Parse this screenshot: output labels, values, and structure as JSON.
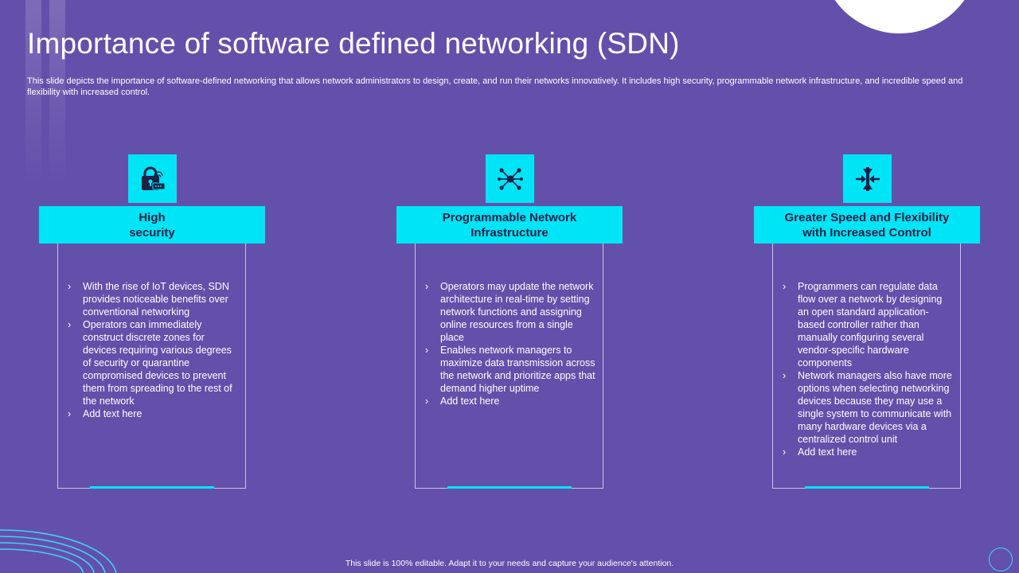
{
  "slide": {
    "title": "Importance of software defined networking (SDN)",
    "description": "This slide depicts the importance of software-defined networking that allows network administrators to design, create, and run their networks innovatively. It includes high security, programmable network infrastructure, and incredible speed and flexibility with increased control.",
    "footer": "This slide is 100% editable. Adapt it to your needs and capture your audience's attention."
  },
  "colors": {
    "background": "#6350ab",
    "accent": "#00e5f5",
    "header_text": "#1e1e46",
    "text": "#ffffff"
  },
  "cards": [
    {
      "icon": "lock-router-icon",
      "title_line1": "High",
      "title_line2": "security",
      "bullets": [
        "With the rise of IoT devices, SDN provides noticeable benefits over conventional networking",
        "Operators can immediately construct discrete zones for devices requiring various degrees of security or quarantine compromised devices to prevent them from spreading to the rest of the network",
        "Add text here"
      ]
    },
    {
      "icon": "network-hub-icon",
      "title_line1": "Programmable Network",
      "title_line2": "Infrastructure",
      "bullets": [
        "Operators may update the network architecture in real-time by setting network functions and assigning online resources from a single place",
        "Enables network managers to maximize data transmission across the network and prioritize apps that demand higher uptime",
        "Add text here"
      ]
    },
    {
      "icon": "compress-arrows-icon",
      "title_line1": "Greater Speed and Flexibility",
      "title_line2": "with Increased Control",
      "bullets": [
        "Programmers can regulate data flow over a network by designing an open standard application-based controller rather than manually configuring several vendor-specific hardware components",
        "Network managers also have more options when selecting networking devices because they may use a single system to communicate with many hardware devices via a centralized control unit",
        "Add text here"
      ]
    }
  ]
}
